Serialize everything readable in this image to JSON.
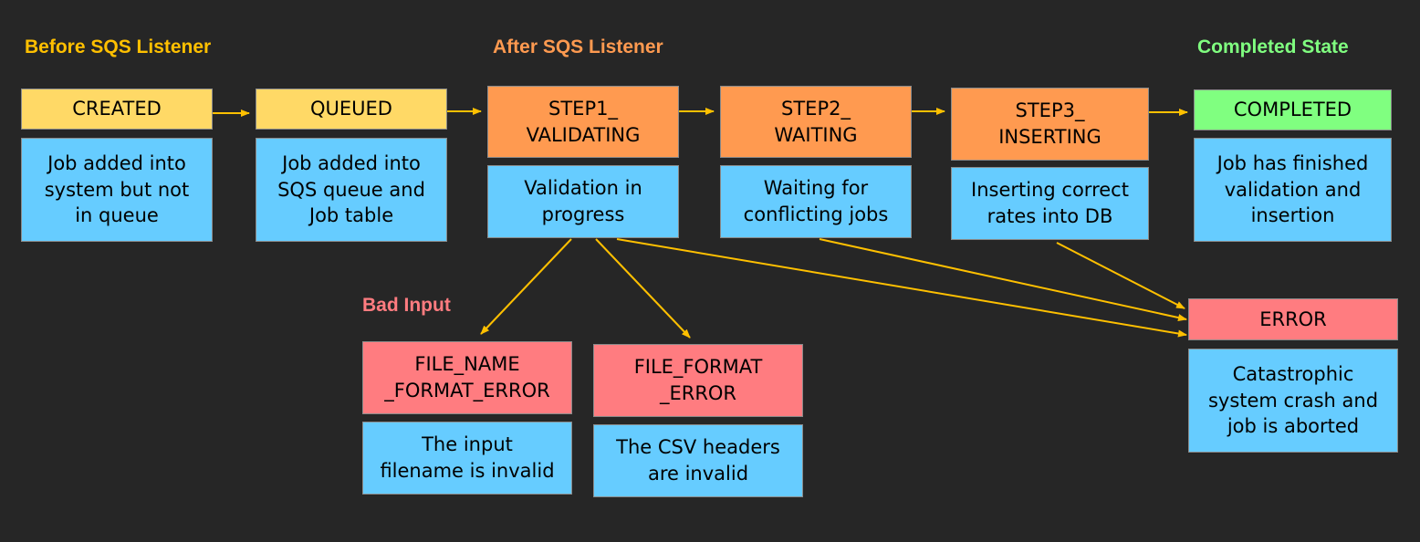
{
  "colors": {
    "background": "#262626",
    "yellow_label": "#FFC000",
    "orange_label": "#FF9A50",
    "green_label": "#80FF80",
    "red_label": "#FF7C80",
    "arrow": "#FFC000",
    "description_box": "#66CCFF"
  },
  "sections": {
    "before": "Before SQS Listener",
    "after": "After SQS Listener",
    "completed": "Completed State",
    "bad_input": "Bad Input"
  },
  "states": {
    "created": {
      "label": "CREATED",
      "description": "Job added into\nsystem but not\nin queue"
    },
    "queued": {
      "label": "QUEUED",
      "description": "Job added into\nSQS queue and\nJob table"
    },
    "step1": {
      "label": "STEP1_\nVALIDATING",
      "description": "Validation in\nprogress"
    },
    "step2": {
      "label": "STEP2_\nWAITING",
      "description": "Waiting for\nconflicting jobs"
    },
    "step3": {
      "label": "STEP3_\nINSERTING",
      "description": "Inserting correct\nrates into DB"
    },
    "completed": {
      "label": "COMPLETED",
      "description": "Job has finished\nvalidation and\ninsertion"
    },
    "file_name_error": {
      "label": "FILE_NAME\n_FORMAT_ERROR",
      "description": "The input\nfilename is invalid"
    },
    "file_format_error": {
      "label": "FILE_FORMAT\n_ERROR",
      "description": "The CSV headers\nare invalid"
    },
    "error": {
      "label": "ERROR",
      "description": "Catastrophic\nsystem crash and\njob is aborted"
    }
  }
}
